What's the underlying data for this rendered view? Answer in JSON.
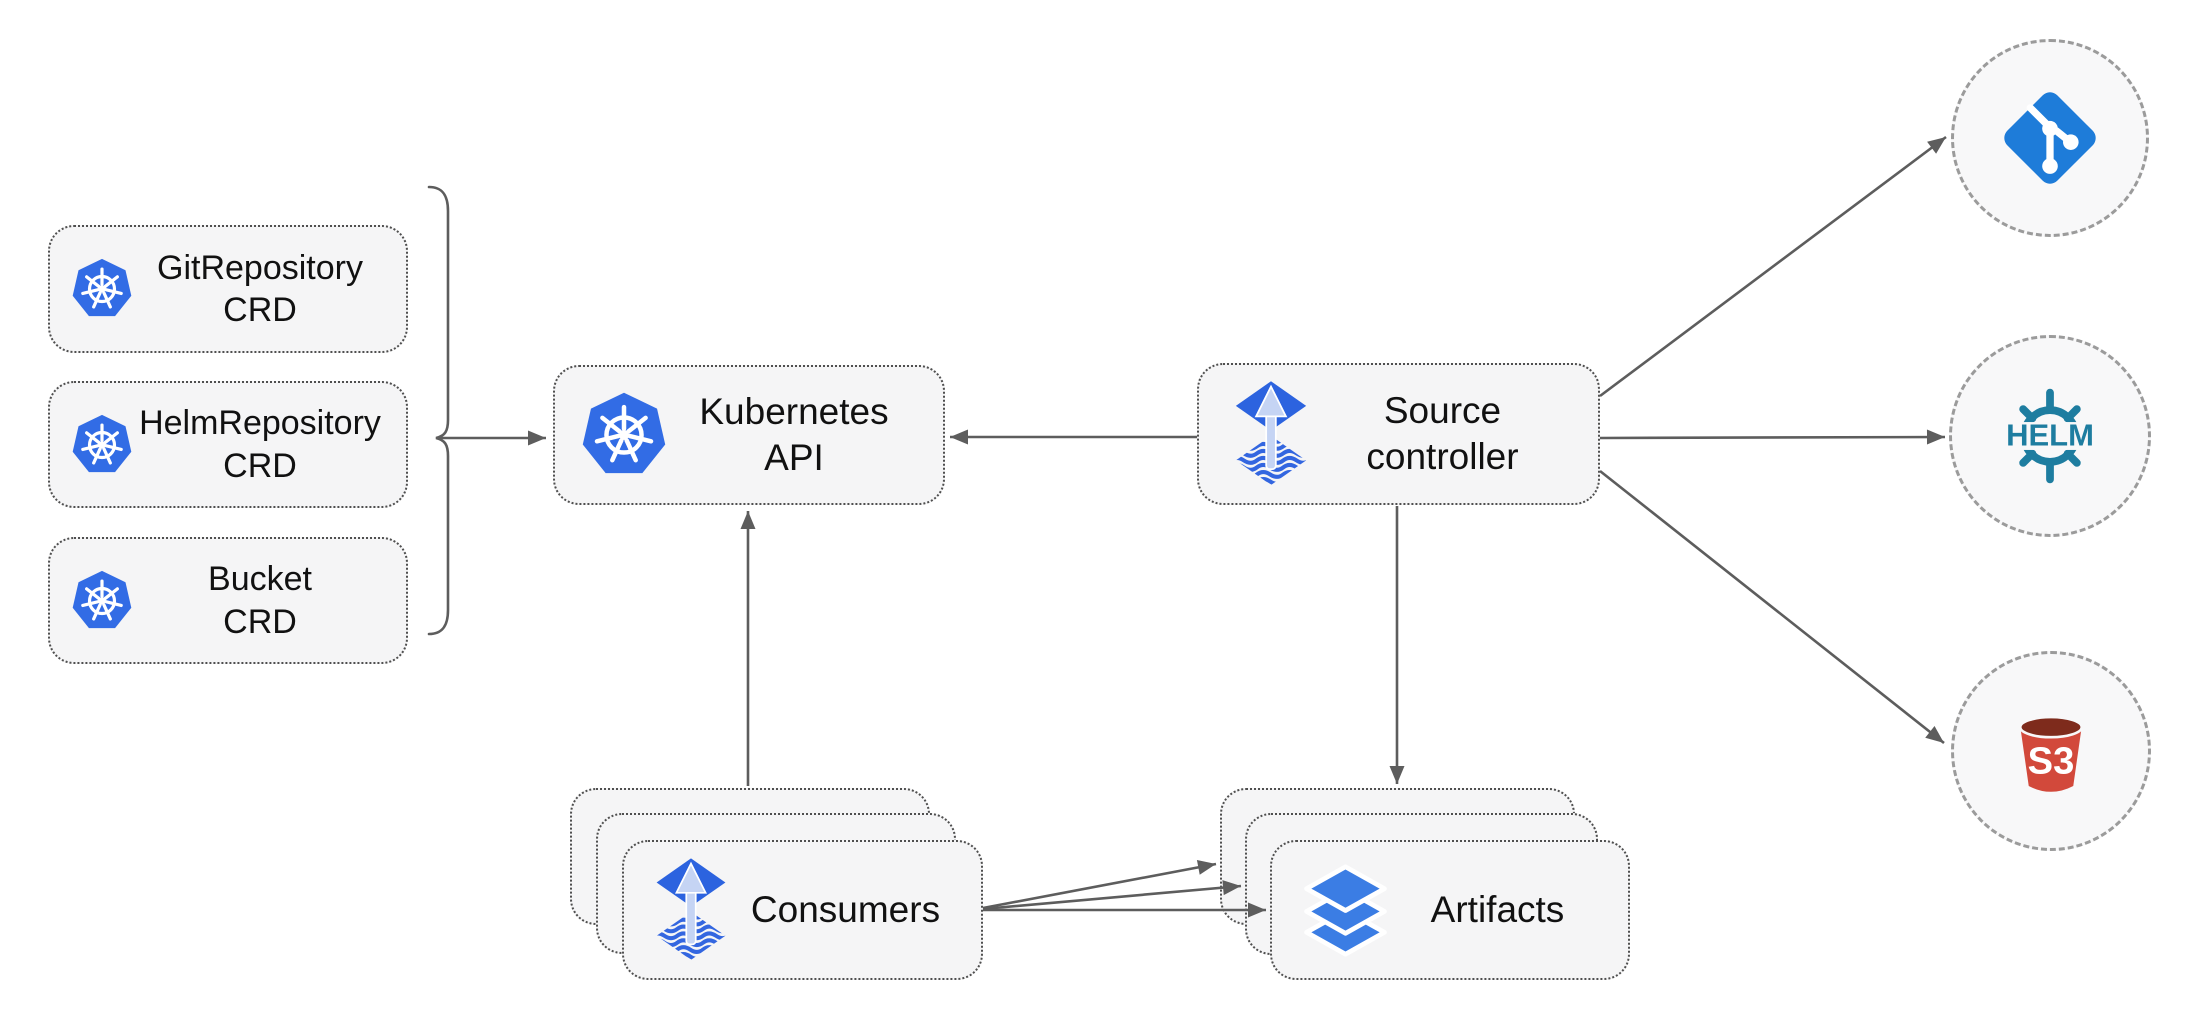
{
  "colors": {
    "background": "#FFFFFF",
    "node_fill": "#F5F5F6",
    "node_border": "#4F4F4F",
    "circle_border": "#9B9B9B",
    "arrow": "#5D5D5D",
    "text": "#111111",
    "kubernetes_blue": "#326CE5",
    "flux_blue": "#2C63DF",
    "flux_arrow_light": "#C5D4F4",
    "layers_blue": "#3B7DE4",
    "git_blue": "#1E7CD9",
    "helm_teal": "#1E7DA0",
    "s3_red": "#D2493B",
    "s3_rim_dark": "#7E2B1C"
  },
  "nodes": {
    "crd_boxes": [
      {
        "line1": "GitRepository",
        "line2": "CRD",
        "icon": "kubernetes-icon"
      },
      {
        "line1": "HelmRepository",
        "line2": "CRD",
        "icon": "kubernetes-icon"
      },
      {
        "line1": "Bucket",
        "line2": "CRD",
        "icon": "kubernetes-icon"
      }
    ],
    "kubernetes_api": {
      "label": "Kubernetes API",
      "icon": "kubernetes-icon"
    },
    "source_controller": {
      "line1": "Source",
      "line2": "controller",
      "icon": "flux-source-controller-icon"
    },
    "consumers": {
      "label": "Consumers",
      "icon": "flux-source-controller-icon",
      "stacked": 3
    },
    "artifacts": {
      "label": "Artifacts",
      "icon": "layers-icon",
      "stacked": 3
    },
    "external": {
      "git": {
        "icon": "git-icon"
      },
      "helm": {
        "icon": "helm-icon",
        "label": "HELM"
      },
      "s3": {
        "icon": "s3-bucket-icon",
        "label": "S3"
      }
    }
  },
  "edges": [
    {
      "from": "crd-group",
      "to": "kubernetes-api"
    },
    {
      "from": "source-controller",
      "to": "kubernetes-api"
    },
    {
      "from": "consumers",
      "to": "kubernetes-api"
    },
    {
      "from": "source-controller",
      "to": "artifacts"
    },
    {
      "from": "source-controller",
      "to": "git"
    },
    {
      "from": "source-controller",
      "to": "helm"
    },
    {
      "from": "source-controller",
      "to": "s3"
    },
    {
      "from": "consumers",
      "to": "artifacts",
      "count": 3
    }
  ]
}
